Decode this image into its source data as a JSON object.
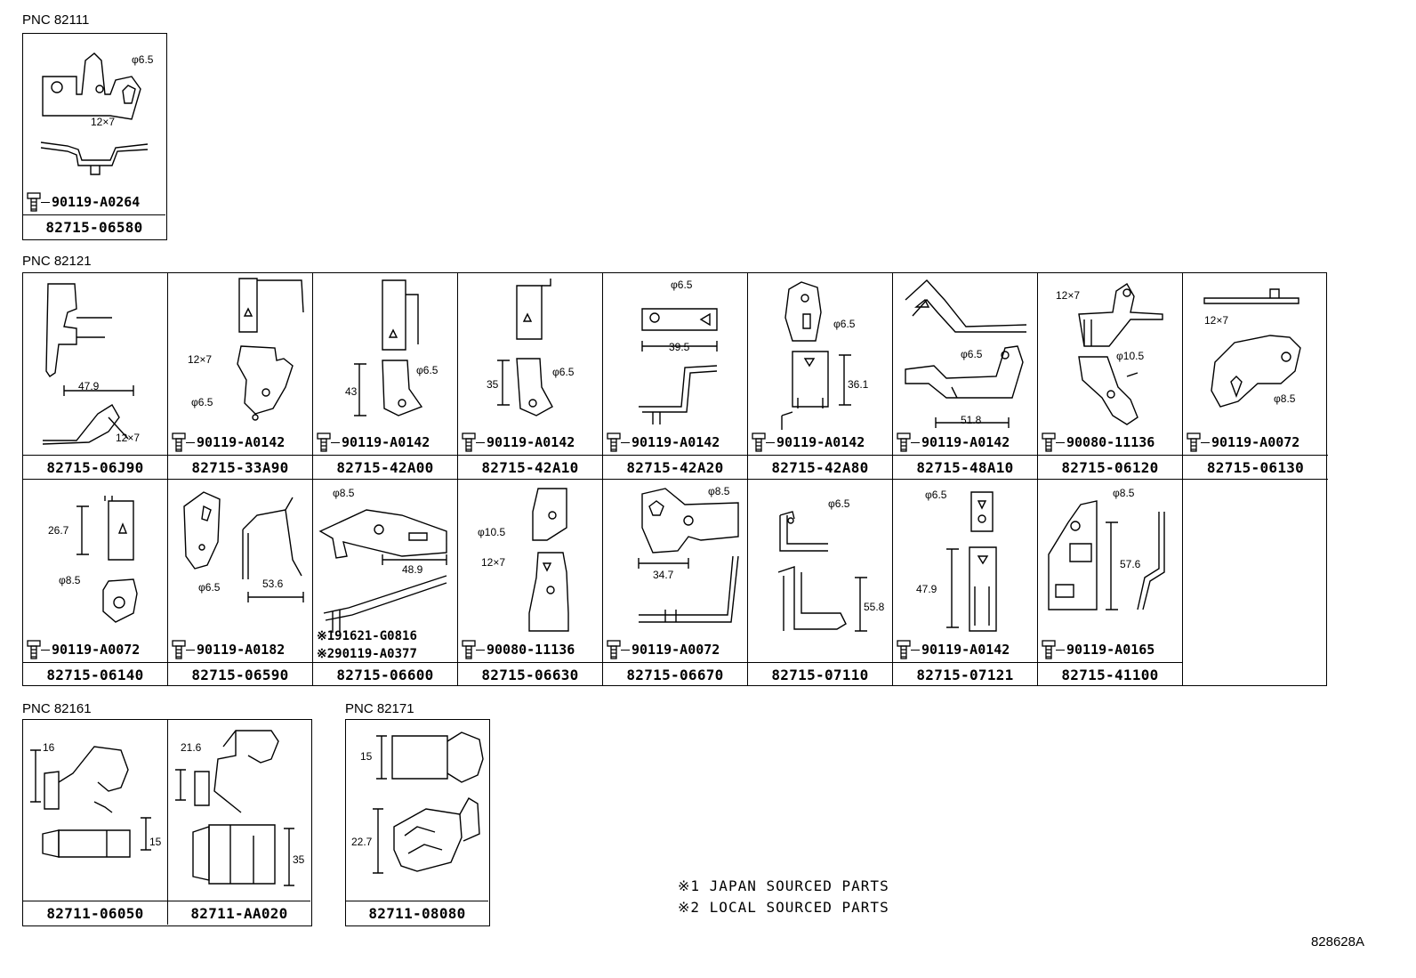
{
  "groups": {
    "g1": {
      "pnc": "PNC 82111",
      "cells": [
        {
          "part": "82715-06580",
          "bolt": "90119-A0264",
          "dims": [
            "φ6.5",
            "12×7"
          ]
        }
      ]
    },
    "g2": {
      "pnc": "PNC 82121",
      "row1": [
        {
          "part": "82715-06J90",
          "bolt": "",
          "dims": [
            "47.9",
            "12×7"
          ]
        },
        {
          "part": "82715-33A90",
          "bolt": "90119-A0142",
          "dims": [
            "12×7",
            "φ6.5"
          ]
        },
        {
          "part": "82715-42A00",
          "bolt": "90119-A0142",
          "dims": [
            "43",
            "φ6.5"
          ]
        },
        {
          "part": "82715-42A10",
          "bolt": "90119-A0142",
          "dims": [
            "35",
            "φ6.5"
          ]
        },
        {
          "part": "82715-42A20",
          "bolt": "90119-A0142",
          "dims": [
            "φ6.5",
            "39.5"
          ]
        },
        {
          "part": "82715-42A80",
          "bolt": "90119-A0142",
          "dims": [
            "φ6.5",
            "36.1"
          ]
        },
        {
          "part": "82715-48A10",
          "bolt": "90119-A0142",
          "dims": [
            "φ6.5",
            "51.8"
          ]
        },
        {
          "part": "82715-06120",
          "bolt": "90080-11136",
          "dims": [
            "12×7",
            "φ10.5"
          ]
        },
        {
          "part": "82715-06130",
          "bolt": "90119-A0072",
          "dims": [
            "12×7",
            "φ8.5"
          ]
        }
      ],
      "row2": [
        {
          "part": "82715-06140",
          "bolt": "90119-A0072",
          "dims": [
            "26.7",
            "φ8.5"
          ]
        },
        {
          "part": "82715-06590",
          "bolt": "90119-A0182",
          "dims": [
            "φ6.5",
            "53.6"
          ]
        },
        {
          "part": "82715-06600",
          "bolt": "",
          "dims": [
            "φ8.5",
            "48.9"
          ],
          "subs": [
            "※191621-G0816",
            "※290119-A0377"
          ]
        },
        {
          "part": "82715-06630",
          "bolt": "90080-11136",
          "dims": [
            "φ10.5",
            "12×7"
          ]
        },
        {
          "part": "82715-06670",
          "bolt": "90119-A0072",
          "dims": [
            "φ8.5",
            "34.7"
          ]
        },
        {
          "part": "82715-07110",
          "bolt": "",
          "dims": [
            "φ6.5",
            "55.8"
          ]
        },
        {
          "part": "82715-07121",
          "bolt": "90119-A0142",
          "dims": [
            "φ6.5",
            "47.9"
          ]
        },
        {
          "part": "82715-41100",
          "bolt": "90119-A0165",
          "dims": [
            "φ8.5",
            "57.6"
          ]
        }
      ]
    },
    "g3": {
      "pnc": "PNC 82161",
      "cells": [
        {
          "part": "82711-06050",
          "dims": [
            "16",
            "15"
          ]
        },
        {
          "part": "82711-AA020",
          "dims": [
            "21.6",
            "35"
          ]
        }
      ]
    },
    "g4": {
      "pnc": "PNC 82171",
      "cells": [
        {
          "part": "82711-08080",
          "dims": [
            "15",
            "22.7"
          ]
        }
      ]
    }
  },
  "notes": [
    "※1 JAPAN SOURCED PARTS",
    "※2 LOCAL SOURCED PARTS"
  ],
  "ref": "828628A"
}
